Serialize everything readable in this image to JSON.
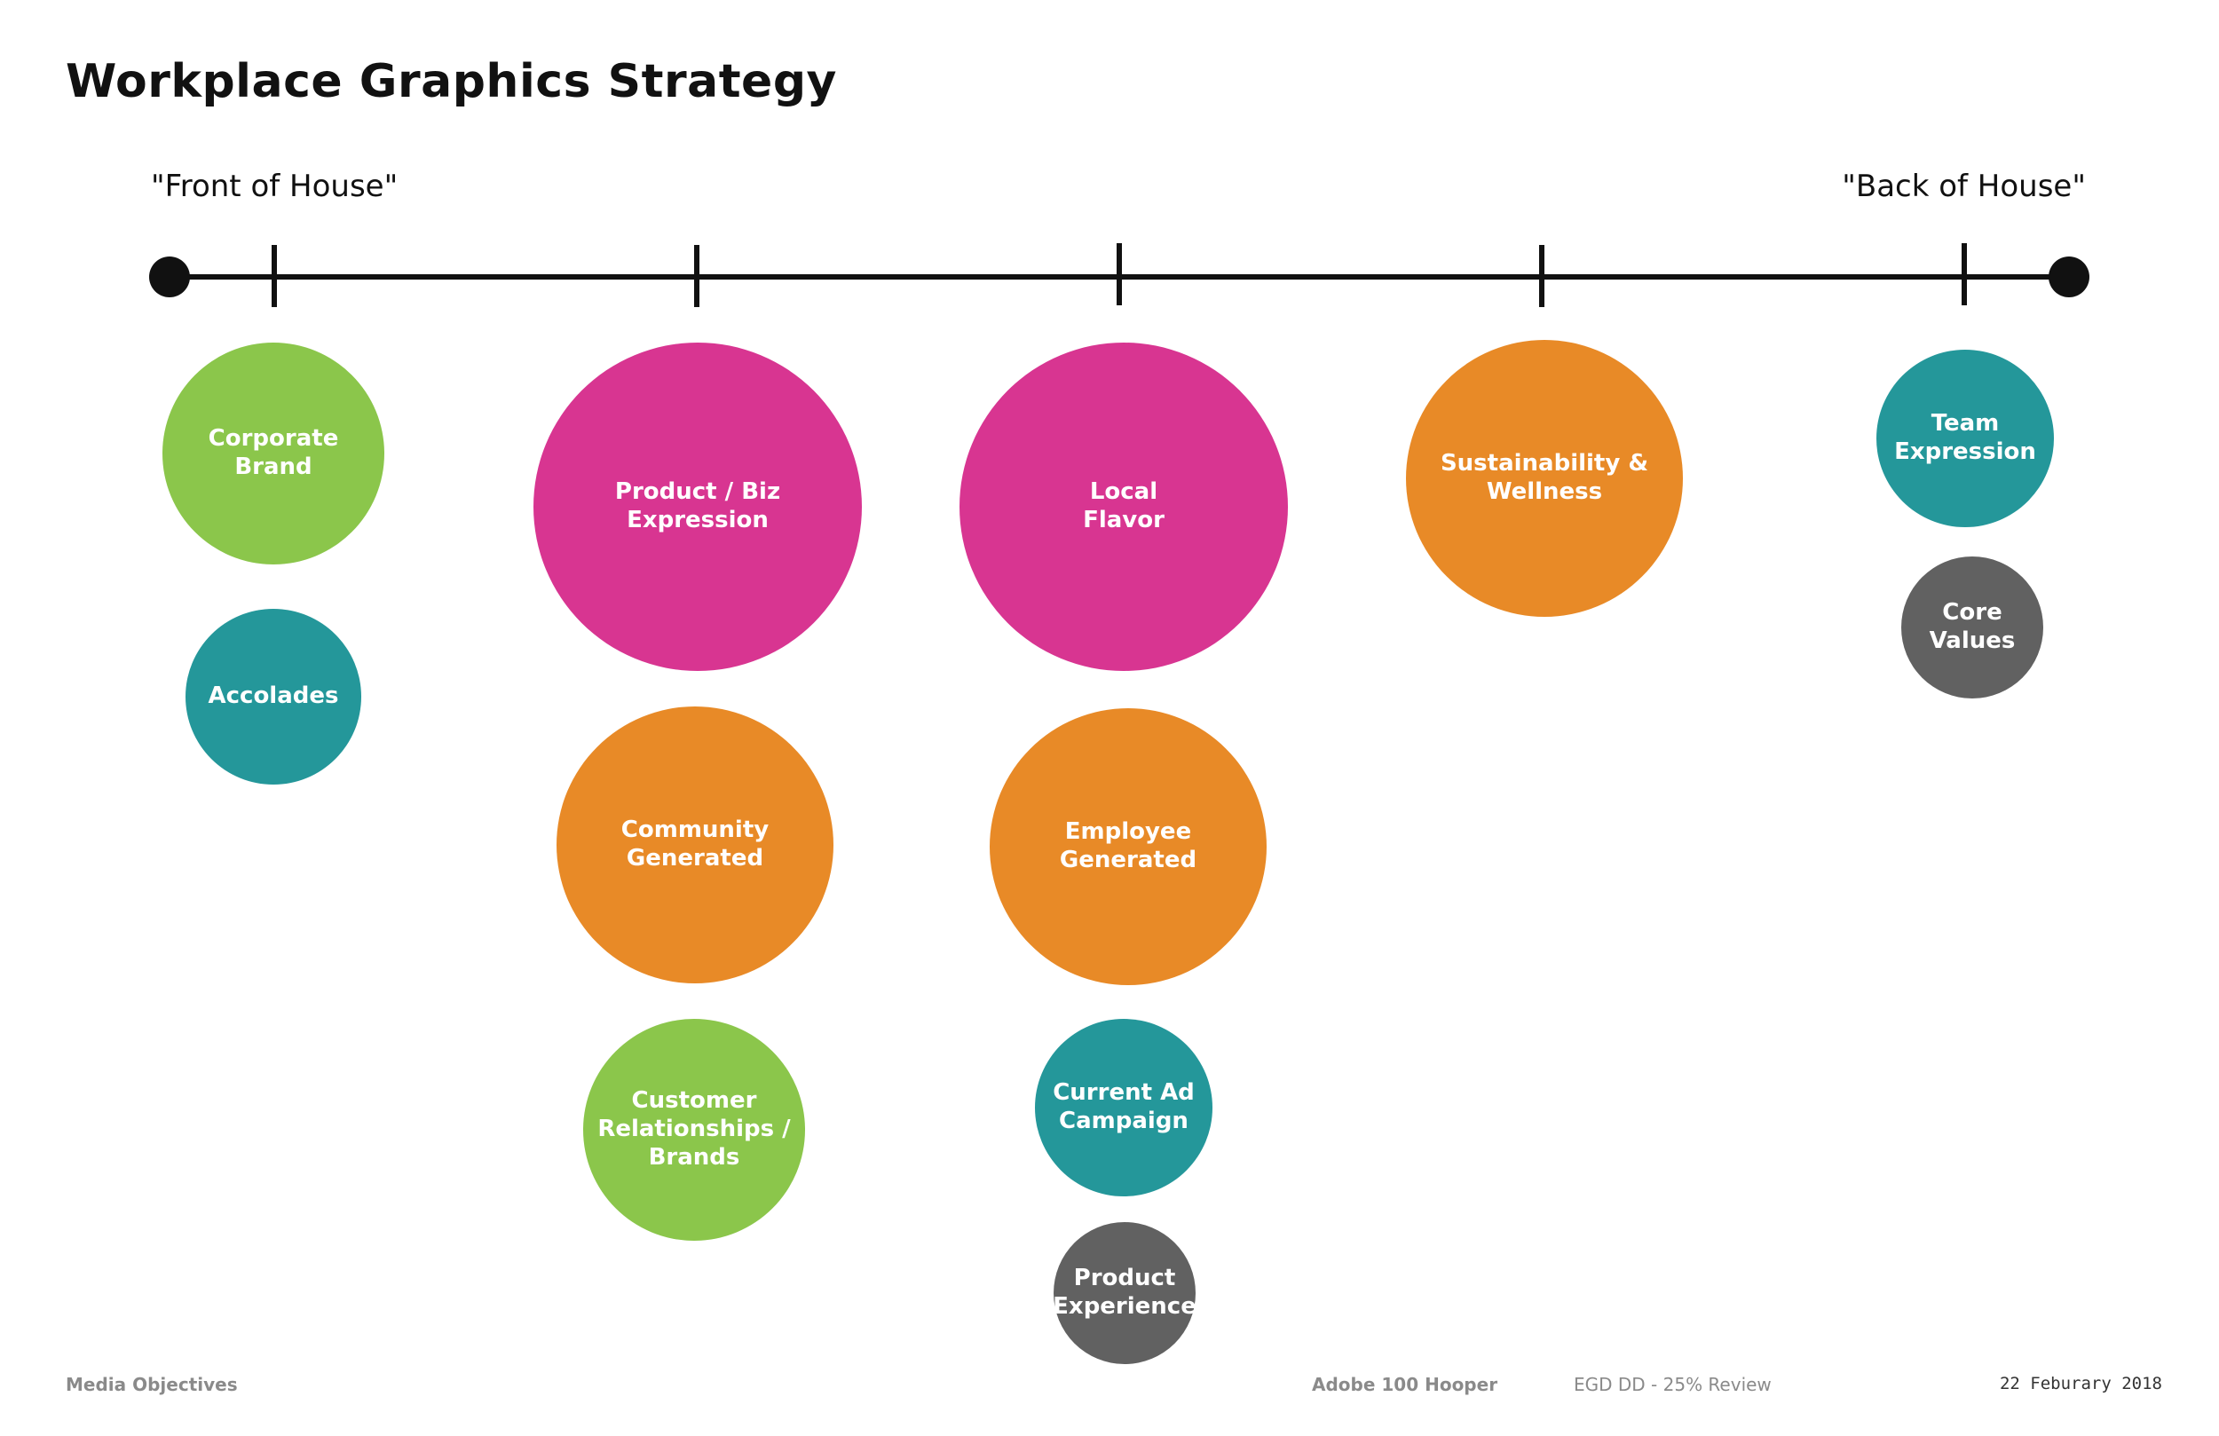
{
  "title": "Workplace Graphics Strategy",
  "axis": {
    "left_label": "\"Front of House\"",
    "right_label": "\"Back of House\""
  },
  "colors": {
    "green": "#8bc64b",
    "magenta": "#d83591",
    "orange": "#e88a27",
    "teal": "#24979a",
    "gray": "#616161",
    "line": "#111111"
  },
  "bubbles": [
    {
      "id": "corporate-brand",
      "label": "Corporate\nBrand",
      "color": "green"
    },
    {
      "id": "accolades",
      "label": "Accolades",
      "color": "teal"
    },
    {
      "id": "product-biz-expression",
      "label": "Product / Biz\nExpression",
      "color": "magenta"
    },
    {
      "id": "community-generated",
      "label": "Community\nGenerated",
      "color": "orange"
    },
    {
      "id": "customer-relationships-brands",
      "label": "Customer\nRelationships /\nBrands",
      "color": "green"
    },
    {
      "id": "local-flavor",
      "label": "Local\nFlavor",
      "color": "magenta"
    },
    {
      "id": "employee-generated",
      "label": "Employee\nGenerated",
      "color": "orange"
    },
    {
      "id": "current-ad-campaign",
      "label": "Current Ad\nCampaign",
      "color": "teal"
    },
    {
      "id": "product-experience",
      "label": "Product\nExperience",
      "color": "gray"
    },
    {
      "id": "sustainability-wellness",
      "label": "Sustainability &\nWellness",
      "color": "orange"
    },
    {
      "id": "team-expression",
      "label": "Team\nExpression",
      "color": "teal"
    },
    {
      "id": "core-values",
      "label": "Core\nValues",
      "color": "gray"
    }
  ],
  "footer": {
    "section": "Media Objectives",
    "project": "Adobe 100 Hooper",
    "review": "EGD DD - 25%  Review",
    "date": "22 Feburary 2018"
  }
}
